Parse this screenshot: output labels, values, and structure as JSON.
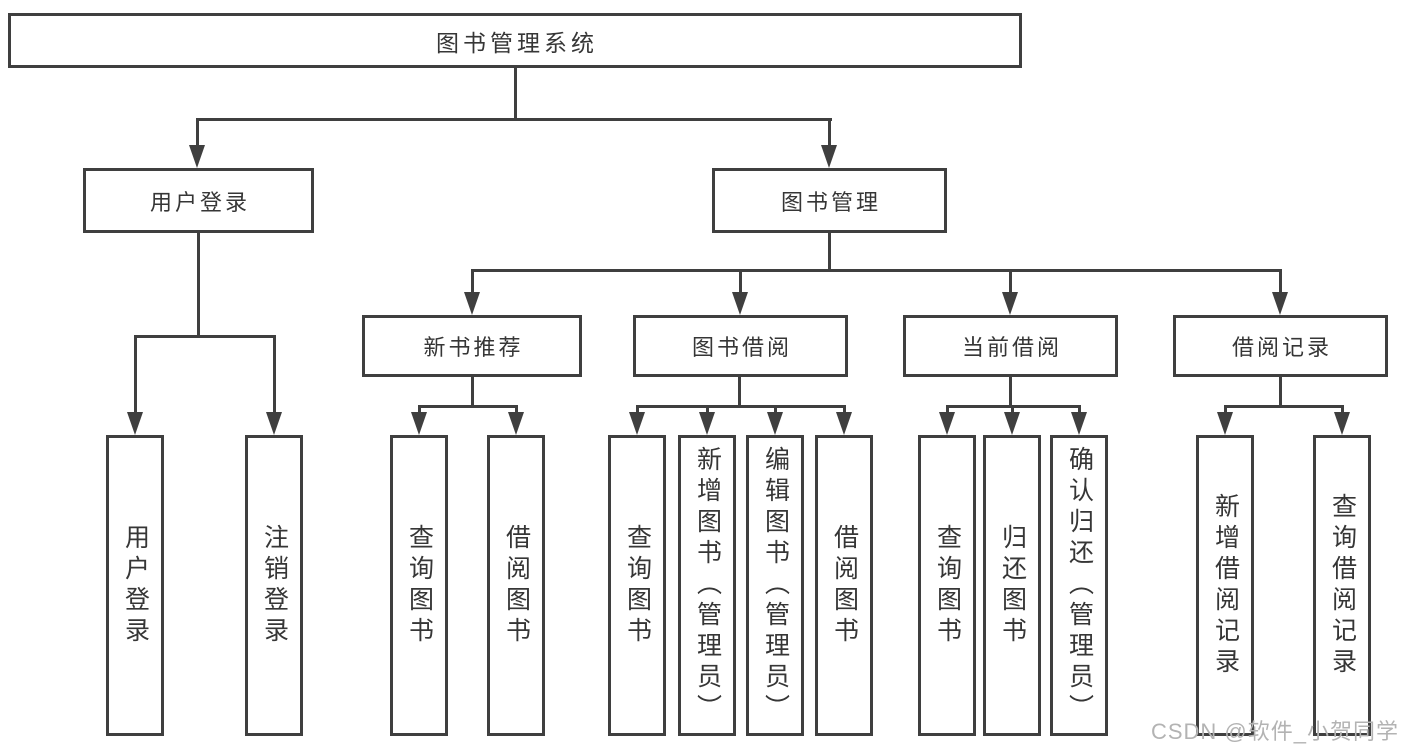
{
  "colors": {
    "line": "#3f3f3f",
    "text": "#363636",
    "background": "#ffffff",
    "watermark": "#b3b3b3"
  },
  "tree": {
    "root": {
      "label": "图书管理系统"
    },
    "branches": [
      {
        "label": "用户登录",
        "children": [
          {
            "label": "用户登录"
          },
          {
            "label": "注销登录"
          }
        ]
      },
      {
        "label": "图书管理",
        "children": [
          {
            "label": "新书推荐",
            "children": [
              {
                "label": "查询图书"
              },
              {
                "label": "借阅图书"
              }
            ]
          },
          {
            "label": "图书借阅",
            "children": [
              {
                "label": "查询图书"
              },
              {
                "label": "新增图书（管理员）"
              },
              {
                "label": "编辑图书（管理员）"
              },
              {
                "label": "借阅图书"
              }
            ]
          },
          {
            "label": "当前借阅",
            "children": [
              {
                "label": "查询图书"
              },
              {
                "label": "归还图书"
              },
              {
                "label": "确认归还（管理员）"
              }
            ]
          },
          {
            "label": "借阅记录",
            "children": [
              {
                "label": "新增借阅记录"
              },
              {
                "label": "查询借阅记录"
              }
            ]
          }
        ]
      }
    ]
  },
  "watermark": {
    "text": "CSDN @软件_小贺同学"
  }
}
